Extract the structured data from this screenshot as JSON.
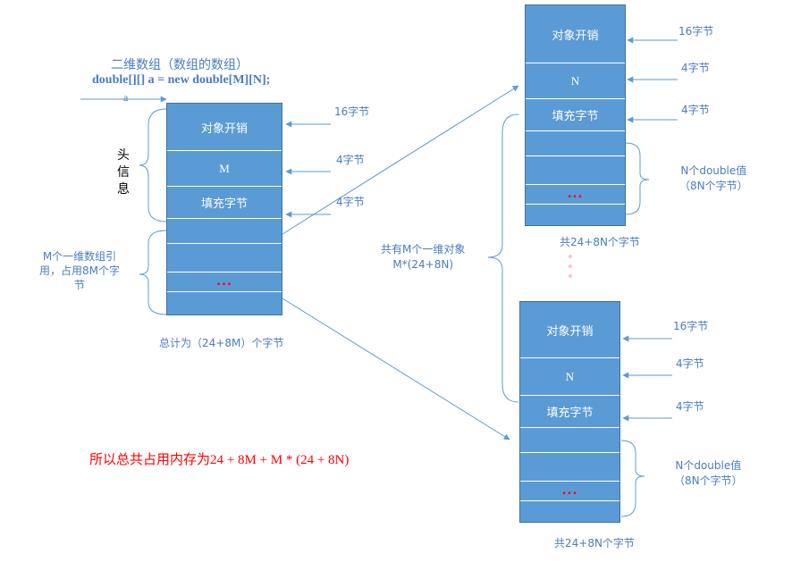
{
  "title": "二维数组（数组的数组）",
  "code": "double[][] a = new double[M][N];",
  "ref_label": "a",
  "header_info": "头\n信\n息",
  "main_block": {
    "cells": [
      "对象开销",
      "M",
      "填充字节",
      "",
      "",
      "...",
      ""
    ],
    "sizes": [
      "16字节",
      "4字节",
      "4字节"
    ],
    "refs_note": "M个一维数组引\n用，占用8M个字\n节",
    "total": "总计为（24+8M）个字节"
  },
  "row_top": {
    "cells": [
      "对象开销",
      "N",
      "填充字节",
      "",
      "",
      "...",
      ""
    ],
    "sizes": [
      "16字节",
      "4字节",
      "4字节"
    ],
    "values_note": "N个double值\n（8N个字节）",
    "total": "共24+8N个字节"
  },
  "row_bottom": {
    "cells": [
      "对象开销",
      "N",
      "填充字节",
      "",
      "",
      "...",
      ""
    ],
    "sizes": [
      "16字节",
      "4字节",
      "4字节"
    ],
    "values_note": "N个double值\n（8N个字节）",
    "total": "共24+8N个字节"
  },
  "group_note": "共有M个一维对象\nM*(24+8N)",
  "vertical_dots": "。\n。\n。",
  "conclusion": "所以总共占用内存为24 + 8M + M * (24 + 8N)",
  "colors": {
    "block": "#5b9bd5",
    "border": "#41719c",
    "label": "#4a7cc0",
    "accent": "#ff0000"
  }
}
